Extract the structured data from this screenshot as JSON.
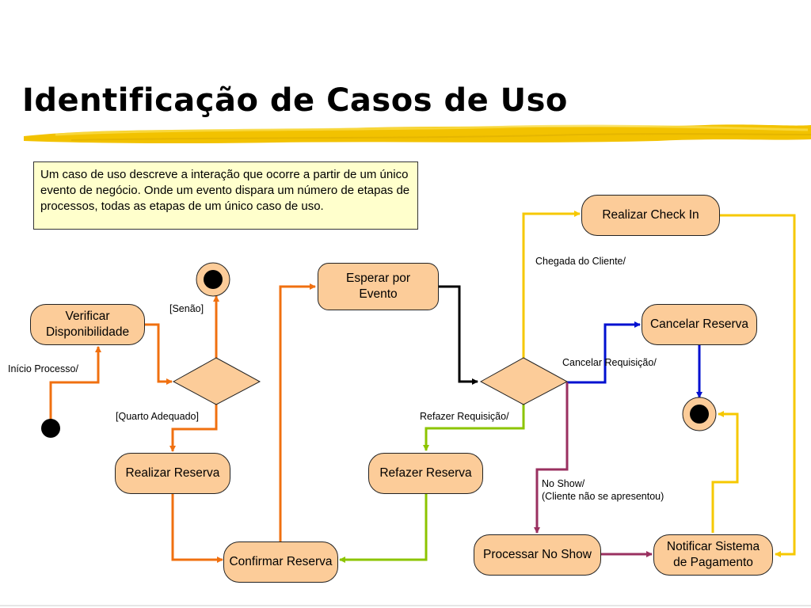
{
  "slide": {
    "title": "Identificação de Casos de Uso",
    "note": "Um caso de uso descreve a interação que ocorre a partir de um único evento de negócio. Onde um evento dispara um número de etapas de processos, todas as etapas de um único caso de uso.",
    "colors": {
      "highlight": "#f2c200",
      "activity_fill": "#fccc99",
      "note_fill": "#ffffcc"
    }
  },
  "diagram": {
    "activities": {
      "verificar": "Verificar\nDisponibilidade",
      "realizar_reserva": "Realizar Reserva",
      "confirmar_reserva": "Confirmar Reserva",
      "esperar_evento": "Esperar por\nEvento",
      "refazer_reserva": "Refazer Reserva",
      "realizar_checkin": "Realizar Check In",
      "cancelar_reserva": "Cancelar Reserva",
      "processar_noshow": "Processar No Show",
      "notificar": "Notificar Sistema\nde Pagamento"
    },
    "labels": {
      "inicio": "Início Processo/",
      "senao": "[Senão]",
      "quarto_adequado": "[Quarto Adequado]",
      "chegada": "Chegada do Cliente/",
      "cancelar_req": "Cancelar Requisição/",
      "refazer_req": "Refazer Requisição/",
      "no_show": "No Show/\n(Cliente não se apresentou)"
    },
    "edge_colors": {
      "orange": "#f07010",
      "black": "#000000",
      "yellow": "#f6c800",
      "blue": "#0010d0",
      "green": "#8cc400",
      "purple": "#9a3060"
    }
  }
}
